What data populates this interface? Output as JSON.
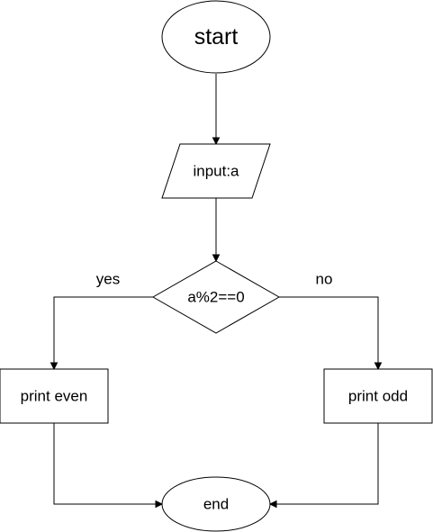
{
  "nodes": {
    "start": "start",
    "input": "input:a",
    "condition": "a%2==0",
    "print_even": "print even",
    "print_odd": "print odd",
    "end": "end"
  },
  "edges": {
    "yes": "yes",
    "no": "no"
  },
  "colors": {
    "stroke": "#000000",
    "fill": "#ffffff"
  }
}
